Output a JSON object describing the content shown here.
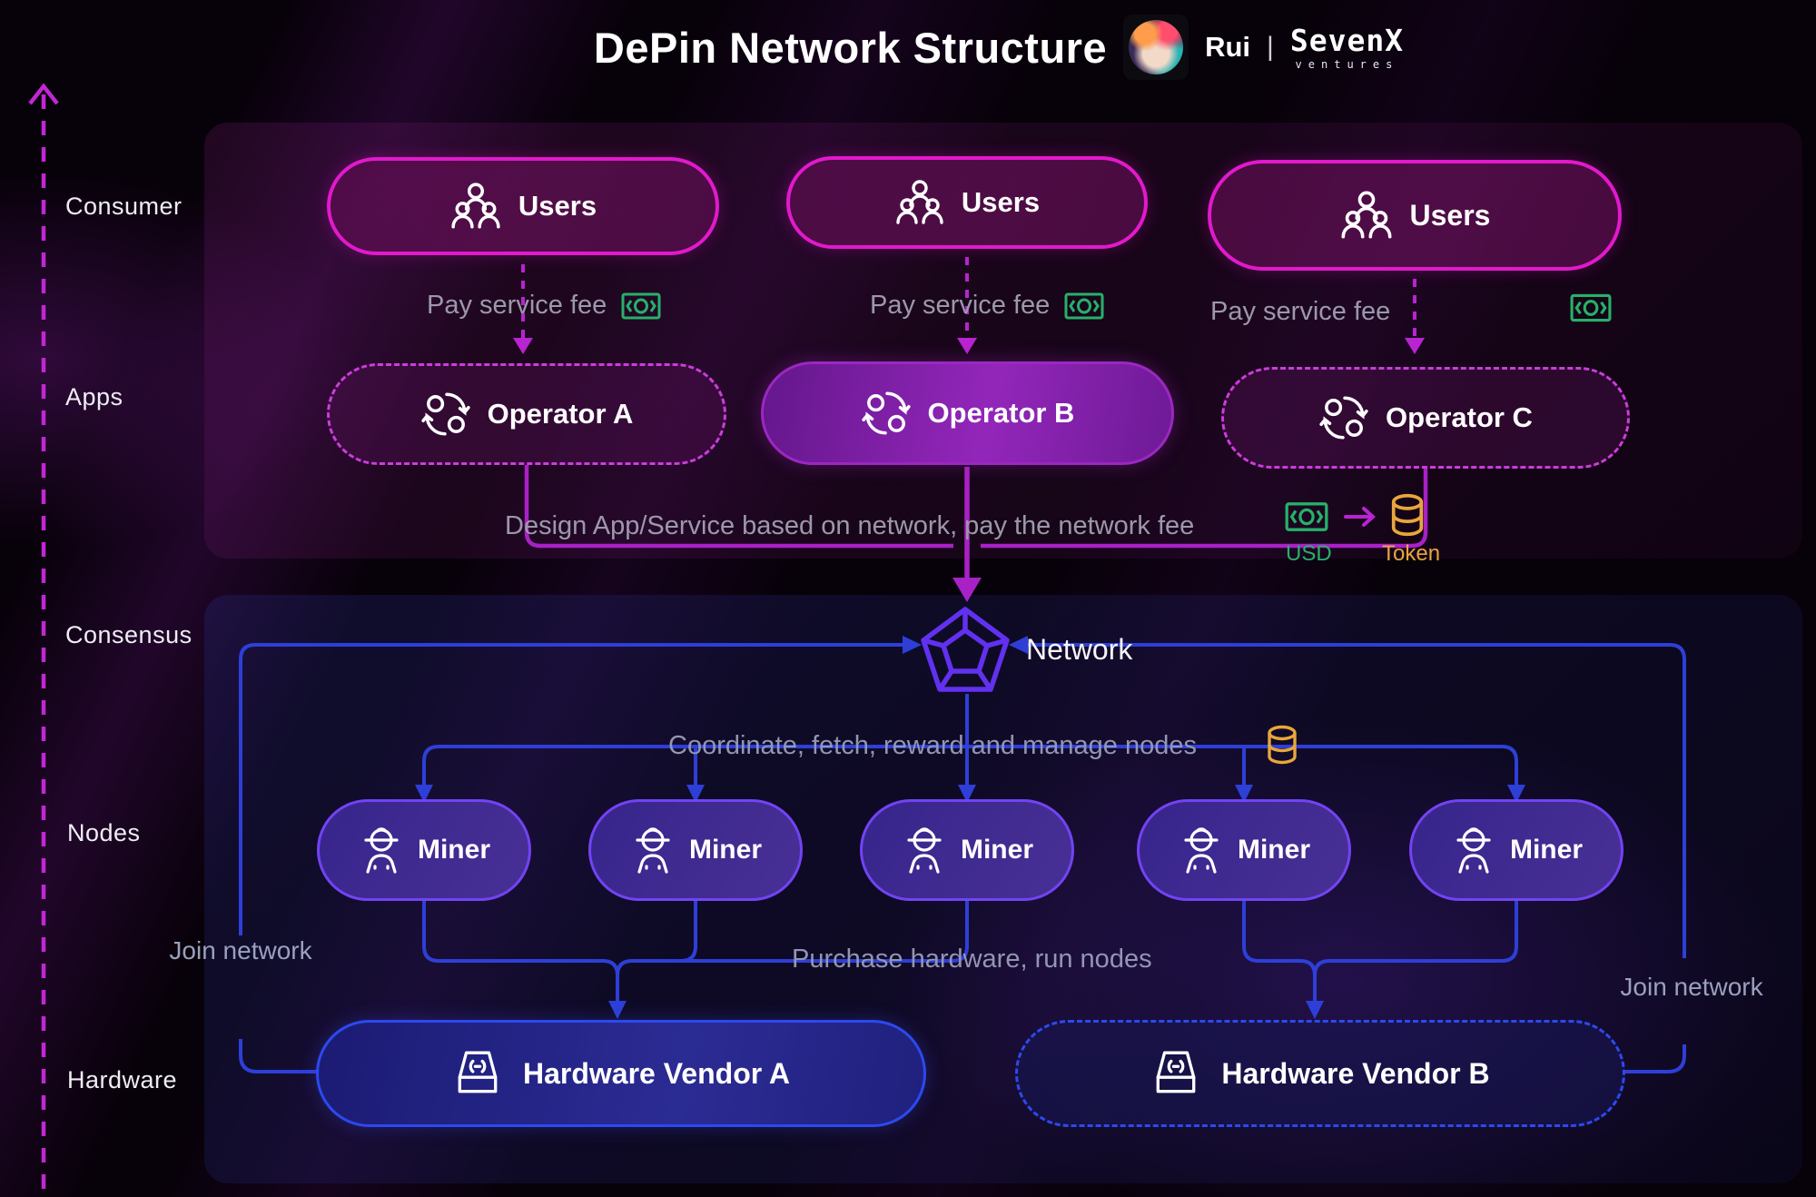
{
  "title": "DePin Network Structure",
  "author": {
    "name": "Rui",
    "separator": "|",
    "org": "SevenX",
    "org_sub": "ventures"
  },
  "layers": {
    "consumer": "Consumer",
    "apps": "Apps",
    "consensus": "Consensus",
    "nodes": "Nodes",
    "hardware": "Hardware"
  },
  "users": [
    {
      "label": "Users"
    },
    {
      "label": "Users"
    },
    {
      "label": "Users"
    }
  ],
  "pay_fees": [
    "Pay service fee",
    "Pay service fee",
    "Pay service fee"
  ],
  "operators": [
    {
      "label": "Operator A",
      "style": "dashed"
    },
    {
      "label": "Operator B",
      "style": "solid"
    },
    {
      "label": "Operator C",
      "style": "dashed"
    }
  ],
  "notes": {
    "design": "Design App/Service based on network, pay the network fee",
    "usd": "USD",
    "token": "Token",
    "coordinate": "Coordinate, fetch, reward and manage nodes",
    "purchase": "Purchase hardware, run nodes",
    "join_left": "Join network",
    "join_right": "Join network"
  },
  "network": {
    "label": "Network"
  },
  "miners": [
    "Miner",
    "Miner",
    "Miner",
    "Miner",
    "Miner"
  ],
  "vendors": [
    {
      "label": "Hardware Vendor A",
      "style": "solid"
    },
    {
      "label": "Hardware Vendor B",
      "style": "dashed"
    }
  ],
  "icons": {
    "users": "users-icon",
    "operator": "sync-operator-icon",
    "banknote": "banknote-icon",
    "token": "token-coins-icon",
    "network": "pentagon-network-icon",
    "miner": "miner-icon",
    "vendor": "hardware-device-icon"
  },
  "colors": {
    "magenta": "#e219cc",
    "purple": "#7243f4",
    "blue": "#2e3fd8",
    "green": "#27b06a",
    "gold": "#e8a63c",
    "note_gray": "#9c98ab"
  }
}
